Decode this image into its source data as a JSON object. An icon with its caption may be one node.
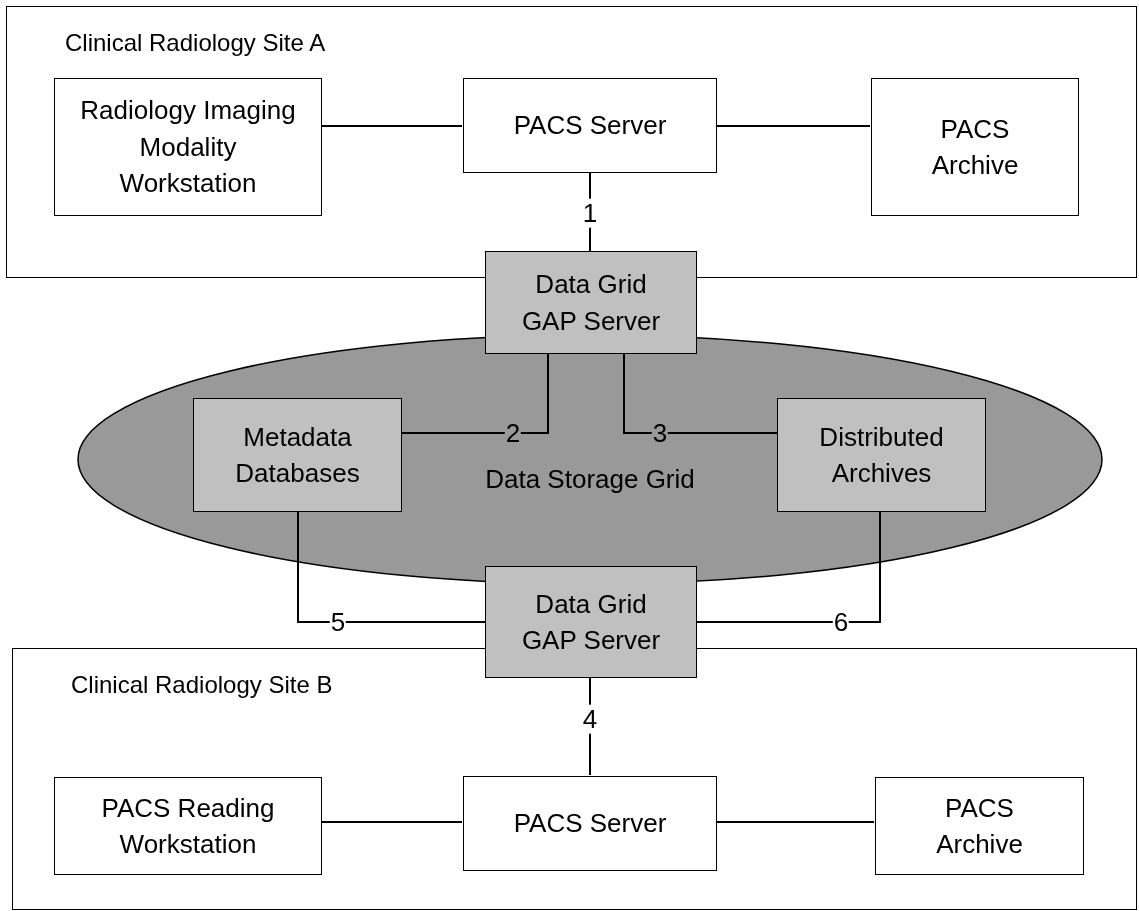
{
  "diagram": {
    "nodes": [
      {
        "text": [
          "Clinical Radiology Site A"
        ]
      },
      {
        "text": [
          "Radiology Imaging Modality Workstation"
        ],
        "in": 0
      },
      {
        "text": [
          "PACS Server"
        ],
        "in": 0
      },
      {
        "text": [
          "PACS Archive"
        ],
        "in": 0
      },
      {
        "text": [
          "Data Grid GAP Server"
        ]
      },
      {
        "text": [
          "Data Storage Grid"
        ]
      },
      {
        "text": [
          "Metadata Databases"
        ],
        "in": 5
      },
      {
        "text": [
          "Distributed Archives"
        ],
        "in": 5
      },
      {
        "text": [
          "Data Grid GAP Server"
        ]
      },
      {
        "text": [
          "Clinical Radiology Site B"
        ]
      },
      {
        "text": [
          "PACS Reading Workstation"
        ],
        "in": 9
      },
      {
        "text": [
          "PACS Server"
        ],
        "in": 9
      },
      {
        "text": [
          "PACS Archive"
        ],
        "in": 9
      }
    ],
    "edges": [
      {
        "from": 1,
        "to": 2,
        "arrow": "none"
      },
      {
        "from": 2,
        "to": 3,
        "arrow": "none"
      },
      {
        "from": 2,
        "to": 4,
        "arrow": "none",
        "label": "1"
      },
      {
        "from": 4,
        "to": 6,
        "arrow": "none",
        "label": "2"
      },
      {
        "from": 4,
        "to": 7,
        "arrow": "none",
        "label": "3"
      },
      {
        "from": 6,
        "to": 8,
        "arrow": "none",
        "label": "5"
      },
      {
        "from": 7,
        "to": 8,
        "arrow": "none",
        "label": "6"
      },
      {
        "from": 8,
        "to": 11,
        "arrow": "none",
        "label": "4"
      },
      {
        "from": 10,
        "to": 11,
        "arrow": "none"
      },
      {
        "from": 11,
        "to": 12,
        "arrow": "none"
      }
    ]
  }
}
